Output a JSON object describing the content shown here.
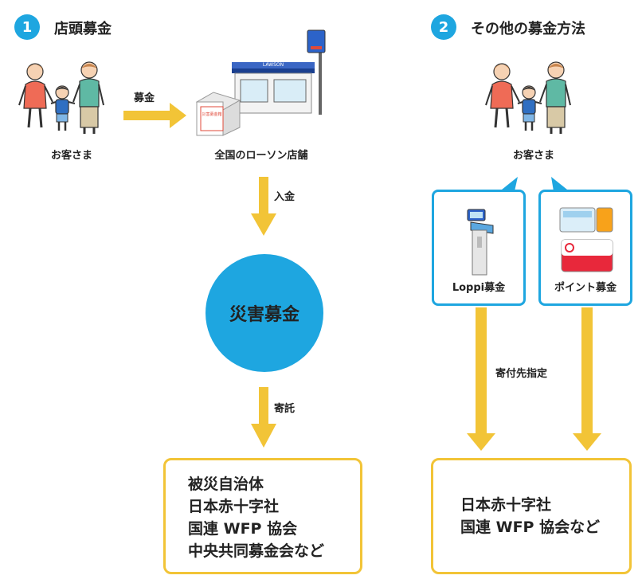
{
  "section1": {
    "number": "1",
    "title": "店頭募金"
  },
  "section2": {
    "number": "2",
    "title": "その他の募金方法"
  },
  "flow1": {
    "customers_label": "お客さま",
    "arrow_donate_label": "募金",
    "store_label": "全国のローソン店舗",
    "store_sign_text": "LAWSON",
    "box_text": "災害募金箱",
    "arrow_deposit_label": "入金",
    "center_label": "災害募金",
    "arrow_entrust_label": "寄託",
    "recipients": [
      "被災自治体",
      "日本赤十字社",
      "国連 WFP 協会",
      "中央共同募金会など"
    ]
  },
  "flow2": {
    "customers_label": "お客さま",
    "methods": [
      {
        "label": "Loppi募金",
        "icon": "loppi-terminal-icon"
      },
      {
        "label": "ポイント募金",
        "icon": "point-card-icon"
      }
    ],
    "arrow_label": "寄付先指定",
    "recipients": [
      "日本赤十字社",
      "国連 WFP 協会など"
    ]
  },
  "colors": {
    "accent_blue": "#1ea6e0",
    "arrow_yellow": "#f2c437"
  }
}
